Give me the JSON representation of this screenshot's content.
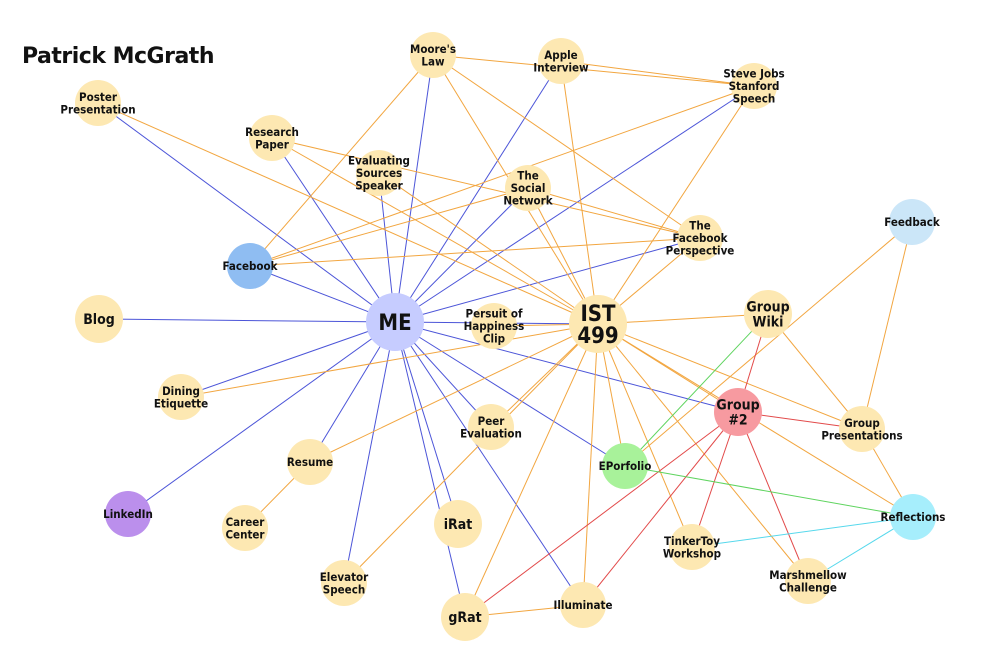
{
  "title": "Patrick McGrath",
  "colors": {
    "node_default": "#fde8b2",
    "edge_orange": "#f2a640",
    "edge_blue": "#4c55d8",
    "edge_green": "#5fd45f",
    "edge_red": "#e24a4a",
    "edge_cyan": "#56d8ec",
    "me": "#c6ccff",
    "facebook": "#8fbdf2",
    "linkedin": "#bb8fec",
    "eporfolio": "#a8f29a",
    "group2": "#f79aa0",
    "reflections": "#a6eefc",
    "feedback": "#cbe6f8"
  },
  "nodes": [
    {
      "id": "me",
      "label": [
        "ME"
      ],
      "size": "xl",
      "color": "me",
      "text_color": "#1c1c6a"
    },
    {
      "id": "ist499",
      "label": [
        "IST",
        "499"
      ],
      "size": "xl",
      "color": "node_default",
      "text_color": "#3a2a00"
    },
    {
      "id": "moores_law",
      "label": [
        "Moore's",
        "Law"
      ],
      "color": "node_default"
    },
    {
      "id": "apple_interview",
      "label": [
        "Apple",
        "Interview"
      ],
      "color": "node_default"
    },
    {
      "id": "steve_jobs",
      "label": [
        "Steve Jobs",
        "Stanford",
        "Speech"
      ],
      "color": "node_default"
    },
    {
      "id": "poster",
      "label": [
        "Poster",
        "Presentation"
      ],
      "color": "node_default"
    },
    {
      "id": "research_paper",
      "label": [
        "Research",
        "Paper"
      ],
      "color": "node_default"
    },
    {
      "id": "evaluating",
      "label": [
        "Evaluating",
        "Sources",
        "Speaker"
      ],
      "color": "node_default"
    },
    {
      "id": "social_network",
      "label": [
        "The",
        "Social",
        "Network"
      ],
      "color": "node_default"
    },
    {
      "id": "fb_perspective",
      "label": [
        "The",
        "Facebook",
        "Perspective"
      ],
      "color": "node_default"
    },
    {
      "id": "feedback",
      "label": [
        "Feedback"
      ],
      "color": "feedback"
    },
    {
      "id": "facebook",
      "label": [
        "Facebook"
      ],
      "color": "facebook"
    },
    {
      "id": "blog",
      "label": [
        "Blog"
      ],
      "size": "lg",
      "color": "node_default"
    },
    {
      "id": "persuit",
      "label": [
        "Persuit of",
        "Happiness",
        "Clip"
      ],
      "color": "node_default"
    },
    {
      "id": "group_wiki",
      "label": [
        "Group",
        "Wiki"
      ],
      "size": "lg",
      "color": "node_default"
    },
    {
      "id": "dining",
      "label": [
        "Dining",
        "Etiquette"
      ],
      "color": "node_default"
    },
    {
      "id": "peer_eval",
      "label": [
        "Peer",
        "Evaluation"
      ],
      "color": "node_default"
    },
    {
      "id": "group2",
      "label": [
        "Group",
        "#2"
      ],
      "size": "lg",
      "color": "group2"
    },
    {
      "id": "group_pres",
      "label": [
        "Group",
        "Presentations"
      ],
      "color": "node_default"
    },
    {
      "id": "resume",
      "label": [
        "Resume"
      ],
      "color": "node_default"
    },
    {
      "id": "eporfolio",
      "label": [
        "EPorfolio"
      ],
      "color": "eporfolio"
    },
    {
      "id": "linkedin",
      "label": [
        "LinkedIn"
      ],
      "color": "linkedin",
      "text_color": "#2a0a55"
    },
    {
      "id": "career",
      "label": [
        "Career",
        "Center"
      ],
      "color": "node_default"
    },
    {
      "id": "irat",
      "label": [
        "iRat"
      ],
      "size": "lg",
      "color": "node_default"
    },
    {
      "id": "reflections",
      "label": [
        "Reflections"
      ],
      "color": "reflections"
    },
    {
      "id": "tinkertoy",
      "label": [
        "TinkerToy",
        "Workshop"
      ],
      "color": "node_default"
    },
    {
      "id": "elevator",
      "label": [
        "Elevator",
        "Speech"
      ],
      "color": "node_default"
    },
    {
      "id": "marshmellow",
      "label": [
        "Marshmellow",
        "Challenge"
      ],
      "color": "node_default"
    },
    {
      "id": "illuminate",
      "label": [
        "Illuminate"
      ],
      "color": "node_default"
    },
    {
      "id": "grat",
      "label": [
        "gRat"
      ],
      "size": "lg",
      "color": "node_default"
    }
  ],
  "edges": [
    {
      "from": "me",
      "to": "poster",
      "color": "edge_blue"
    },
    {
      "from": "me",
      "to": "research_paper",
      "color": "edge_blue"
    },
    {
      "from": "me",
      "to": "evaluating",
      "color": "edge_blue"
    },
    {
      "from": "me",
      "to": "moores_law",
      "color": "edge_blue"
    },
    {
      "from": "me",
      "to": "apple_interview",
      "color": "edge_blue"
    },
    {
      "from": "me",
      "to": "social_network",
      "color": "edge_blue"
    },
    {
      "from": "me",
      "to": "steve_jobs",
      "color": "edge_blue"
    },
    {
      "from": "me",
      "to": "fb_perspective",
      "color": "edge_blue"
    },
    {
      "from": "me",
      "to": "facebook",
      "color": "edge_blue"
    },
    {
      "from": "me",
      "to": "blog",
      "color": "edge_blue"
    },
    {
      "from": "me",
      "to": "dining",
      "color": "edge_blue"
    },
    {
      "from": "me",
      "to": "linkedin",
      "color": "edge_blue"
    },
    {
      "from": "me",
      "to": "resume",
      "color": "edge_blue"
    },
    {
      "from": "me",
      "to": "elevator",
      "color": "edge_blue"
    },
    {
      "from": "me",
      "to": "grat",
      "color": "edge_blue"
    },
    {
      "from": "me",
      "to": "irat",
      "color": "edge_blue"
    },
    {
      "from": "me",
      "to": "illuminate",
      "color": "edge_blue"
    },
    {
      "from": "me",
      "to": "peer_eval",
      "color": "edge_blue"
    },
    {
      "from": "me",
      "to": "eporfolio",
      "color": "edge_blue"
    },
    {
      "from": "me",
      "to": "group2",
      "color": "edge_blue"
    },
    {
      "from": "me",
      "to": "ist499",
      "color": "edge_blue"
    },
    {
      "from": "ist499",
      "to": "moores_law",
      "color": "edge_orange"
    },
    {
      "from": "ist499",
      "to": "apple_interview",
      "color": "edge_orange"
    },
    {
      "from": "ist499",
      "to": "steve_jobs",
      "color": "edge_orange"
    },
    {
      "from": "ist499",
      "to": "social_network",
      "color": "edge_orange"
    },
    {
      "from": "ist499",
      "to": "fb_perspective",
      "color": "edge_orange"
    },
    {
      "from": "ist499",
      "to": "research_paper",
      "color": "edge_orange"
    },
    {
      "from": "ist499",
      "to": "evaluating",
      "color": "edge_orange"
    },
    {
      "from": "ist499",
      "to": "poster",
      "color": "edge_orange"
    },
    {
      "from": "ist499",
      "to": "persuit",
      "color": "edge_orange"
    },
    {
      "from": "ist499",
      "to": "group_wiki",
      "color": "edge_orange"
    },
    {
      "from": "ist499",
      "to": "group_pres",
      "color": "edge_orange"
    },
    {
      "from": "ist499",
      "to": "group2",
      "color": "edge_orange"
    },
    {
      "from": "ist499",
      "to": "eporfolio",
      "color": "edge_orange"
    },
    {
      "from": "ist499",
      "to": "peer_eval",
      "color": "edge_orange"
    },
    {
      "from": "ist499",
      "to": "dining",
      "color": "edge_orange"
    },
    {
      "from": "ist499",
      "to": "resume",
      "color": "edge_orange"
    },
    {
      "from": "ist499",
      "to": "elevator",
      "color": "edge_orange"
    },
    {
      "from": "ist499",
      "to": "illuminate",
      "color": "edge_orange"
    },
    {
      "from": "ist499",
      "to": "grat",
      "color": "edge_orange"
    },
    {
      "from": "ist499",
      "to": "tinkertoy",
      "color": "edge_orange"
    },
    {
      "from": "ist499",
      "to": "marshmellow",
      "color": "edge_orange"
    },
    {
      "from": "ist499",
      "to": "reflections",
      "color": "edge_orange"
    },
    {
      "from": "moores_law",
      "to": "steve_jobs",
      "color": "edge_orange"
    },
    {
      "from": "moores_law",
      "to": "fb_perspective",
      "color": "edge_orange"
    },
    {
      "from": "moores_law",
      "to": "facebook",
      "color": "edge_orange"
    },
    {
      "from": "apple_interview",
      "to": "steve_jobs",
      "color": "edge_orange"
    },
    {
      "from": "social_network",
      "to": "facebook",
      "color": "edge_orange"
    },
    {
      "from": "social_network",
      "to": "fb_perspective",
      "color": "edge_orange"
    },
    {
      "from": "fb_perspective",
      "to": "facebook",
      "color": "edge_orange"
    },
    {
      "from": "research_paper",
      "to": "fb_perspective",
      "color": "edge_orange"
    },
    {
      "from": "facebook",
      "to": "steve_jobs",
      "color": "edge_orange"
    },
    {
      "from": "resume",
      "to": "career",
      "color": "edge_orange"
    },
    {
      "from": "group_wiki",
      "to": "group_pres",
      "color": "edge_orange"
    },
    {
      "from": "feedback",
      "to": "group_pres",
      "color": "edge_orange"
    },
    {
      "from": "feedback",
      "to": "eporfolio",
      "color": "edge_orange"
    },
    {
      "from": "group_pres",
      "to": "reflections",
      "color": "edge_orange"
    },
    {
      "from": "grat",
      "to": "illuminate",
      "color": "edge_orange"
    },
    {
      "from": "group2",
      "to": "group_wiki",
      "color": "edge_red"
    },
    {
      "from": "group2",
      "to": "group_pres",
      "color": "edge_red"
    },
    {
      "from": "group2",
      "to": "grat",
      "color": "edge_red"
    },
    {
      "from": "group2",
      "to": "illuminate",
      "color": "edge_red"
    },
    {
      "from": "group2",
      "to": "tinkertoy",
      "color": "edge_red"
    },
    {
      "from": "group2",
      "to": "marshmellow",
      "color": "edge_red"
    },
    {
      "from": "eporfolio",
      "to": "group_wiki",
      "color": "edge_green"
    },
    {
      "from": "eporfolio",
      "to": "reflections",
      "color": "edge_green"
    },
    {
      "from": "reflections",
      "to": "tinkertoy",
      "color": "edge_cyan"
    },
    {
      "from": "reflections",
      "to": "marshmellow",
      "color": "edge_cyan"
    }
  ]
}
